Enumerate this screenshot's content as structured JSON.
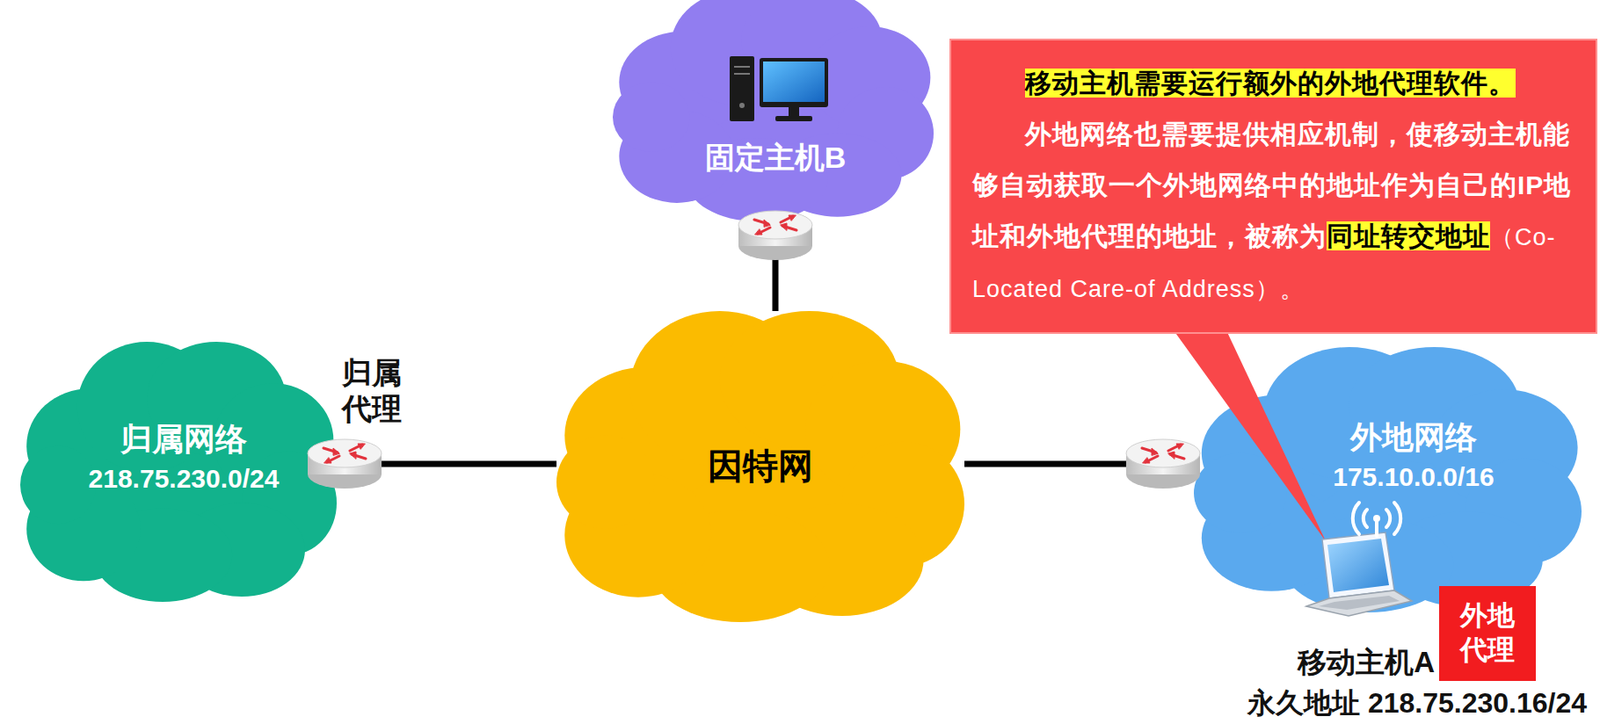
{
  "diagram": {
    "nodes": [
      {
        "text": [
          "固定主机B"
        ]
      },
      {
        "text": [
          "移动主机需要运行额外的外地代理软件。",
          "外地网络也需要提供相应机制，使移动主机能够自动获取一个外地网络中的地址作为自己的IP地址和外地代理的地址，被称为",
          "同址转交地址",
          "（Co-Located Care-of Address）。"
        ]
      },
      {
        "text": [
          "归属网络",
          "218.75.230.0/24"
        ]
      },
      {
        "text": [
          "因特网"
        ]
      },
      {
        "text": [
          "外地网络",
          "175.10.0.0/16"
        ]
      },
      {
        "text": [
          "外地 代理"
        ]
      }
    ],
    "edges": [
      {
        "from": 2,
        "to": 3,
        "arrow": "none"
      },
      {
        "from": 0,
        "to": 3,
        "arrow": "none"
      },
      {
        "from": 3,
        "to": 4,
        "arrow": "none"
      }
    ],
    "labels": [
      "归属 代理",
      "移动主机A",
      "永久地址 218.75.230.16/24"
    ]
  }
}
